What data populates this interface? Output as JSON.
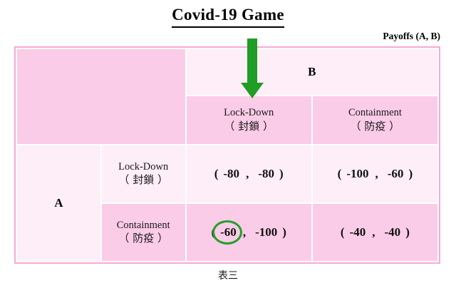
{
  "title": "Covid-19 Game",
  "payoffs_label": "Payoffs  (A, B)",
  "caption": "表三",
  "colors": {
    "accent_green": "#1f9d24",
    "cell_dark_pink": "#fbcce7",
    "cell_light_pink": "#fdeef7",
    "table_border": "#f9a8d4"
  },
  "players": {
    "row_player": "A",
    "col_player": "B"
  },
  "strategies": {
    "lock_down_en": "Lock-Down",
    "lock_down_cn": "（ 封鎖 ）",
    "containment_en": "Containment",
    "containment_cn": "（ 防疫 ）"
  },
  "payoff_matrix": {
    "cells": [
      {
        "row": "Lock-Down",
        "col": "Lock-Down",
        "open": "(",
        "a": "-80",
        "comma": ",",
        "b": "-80",
        "close": ")",
        "highlighted": false
      },
      {
        "row": "Lock-Down",
        "col": "Containment",
        "open": "(",
        "a": "-100",
        "comma": ",",
        "b": "-60",
        "close": ")",
        "highlighted": false
      },
      {
        "row": "Containment",
        "col": "Lock-Down",
        "open": "(",
        "a": "-60",
        "comma": ",",
        "b": "-100",
        "close": ")",
        "highlighted": true
      },
      {
        "row": "Containment",
        "col": "Containment",
        "open": "(",
        "a": "-40",
        "comma": ",",
        "b": "-40",
        "close": ")",
        "highlighted": false
      }
    ]
  },
  "annotations": {
    "arrow_icon": "down-arrow-icon",
    "arrow_target": "Lock-Down",
    "circle_icon": "circle-highlight-icon",
    "circle_target": "-60"
  }
}
